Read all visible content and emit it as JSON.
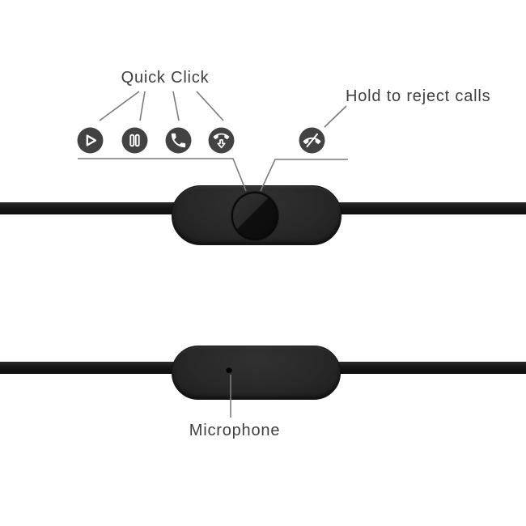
{
  "diagram": {
    "quick_click_label": "Quick Click",
    "hold_label": "Hold to reject calls",
    "microphone_label": "Microphone",
    "icons": [
      {
        "name": "play-icon",
        "meaning": "Play"
      },
      {
        "name": "pause-icon",
        "meaning": "Pause"
      },
      {
        "name": "answer-call-icon",
        "meaning": "Answer call"
      },
      {
        "name": "end-call-icon",
        "meaning": "End call"
      },
      {
        "name": "reject-call-icon",
        "meaning": "Hold to reject calls"
      }
    ],
    "colors": {
      "background": "#ffffff",
      "icon_circle": "#424242",
      "icon_glyph": "#ffffff",
      "label_text": "#3f3f3f",
      "leader_line": "#7b7b7b",
      "device_body": "#262626",
      "cable": "#1a1a1a"
    }
  }
}
